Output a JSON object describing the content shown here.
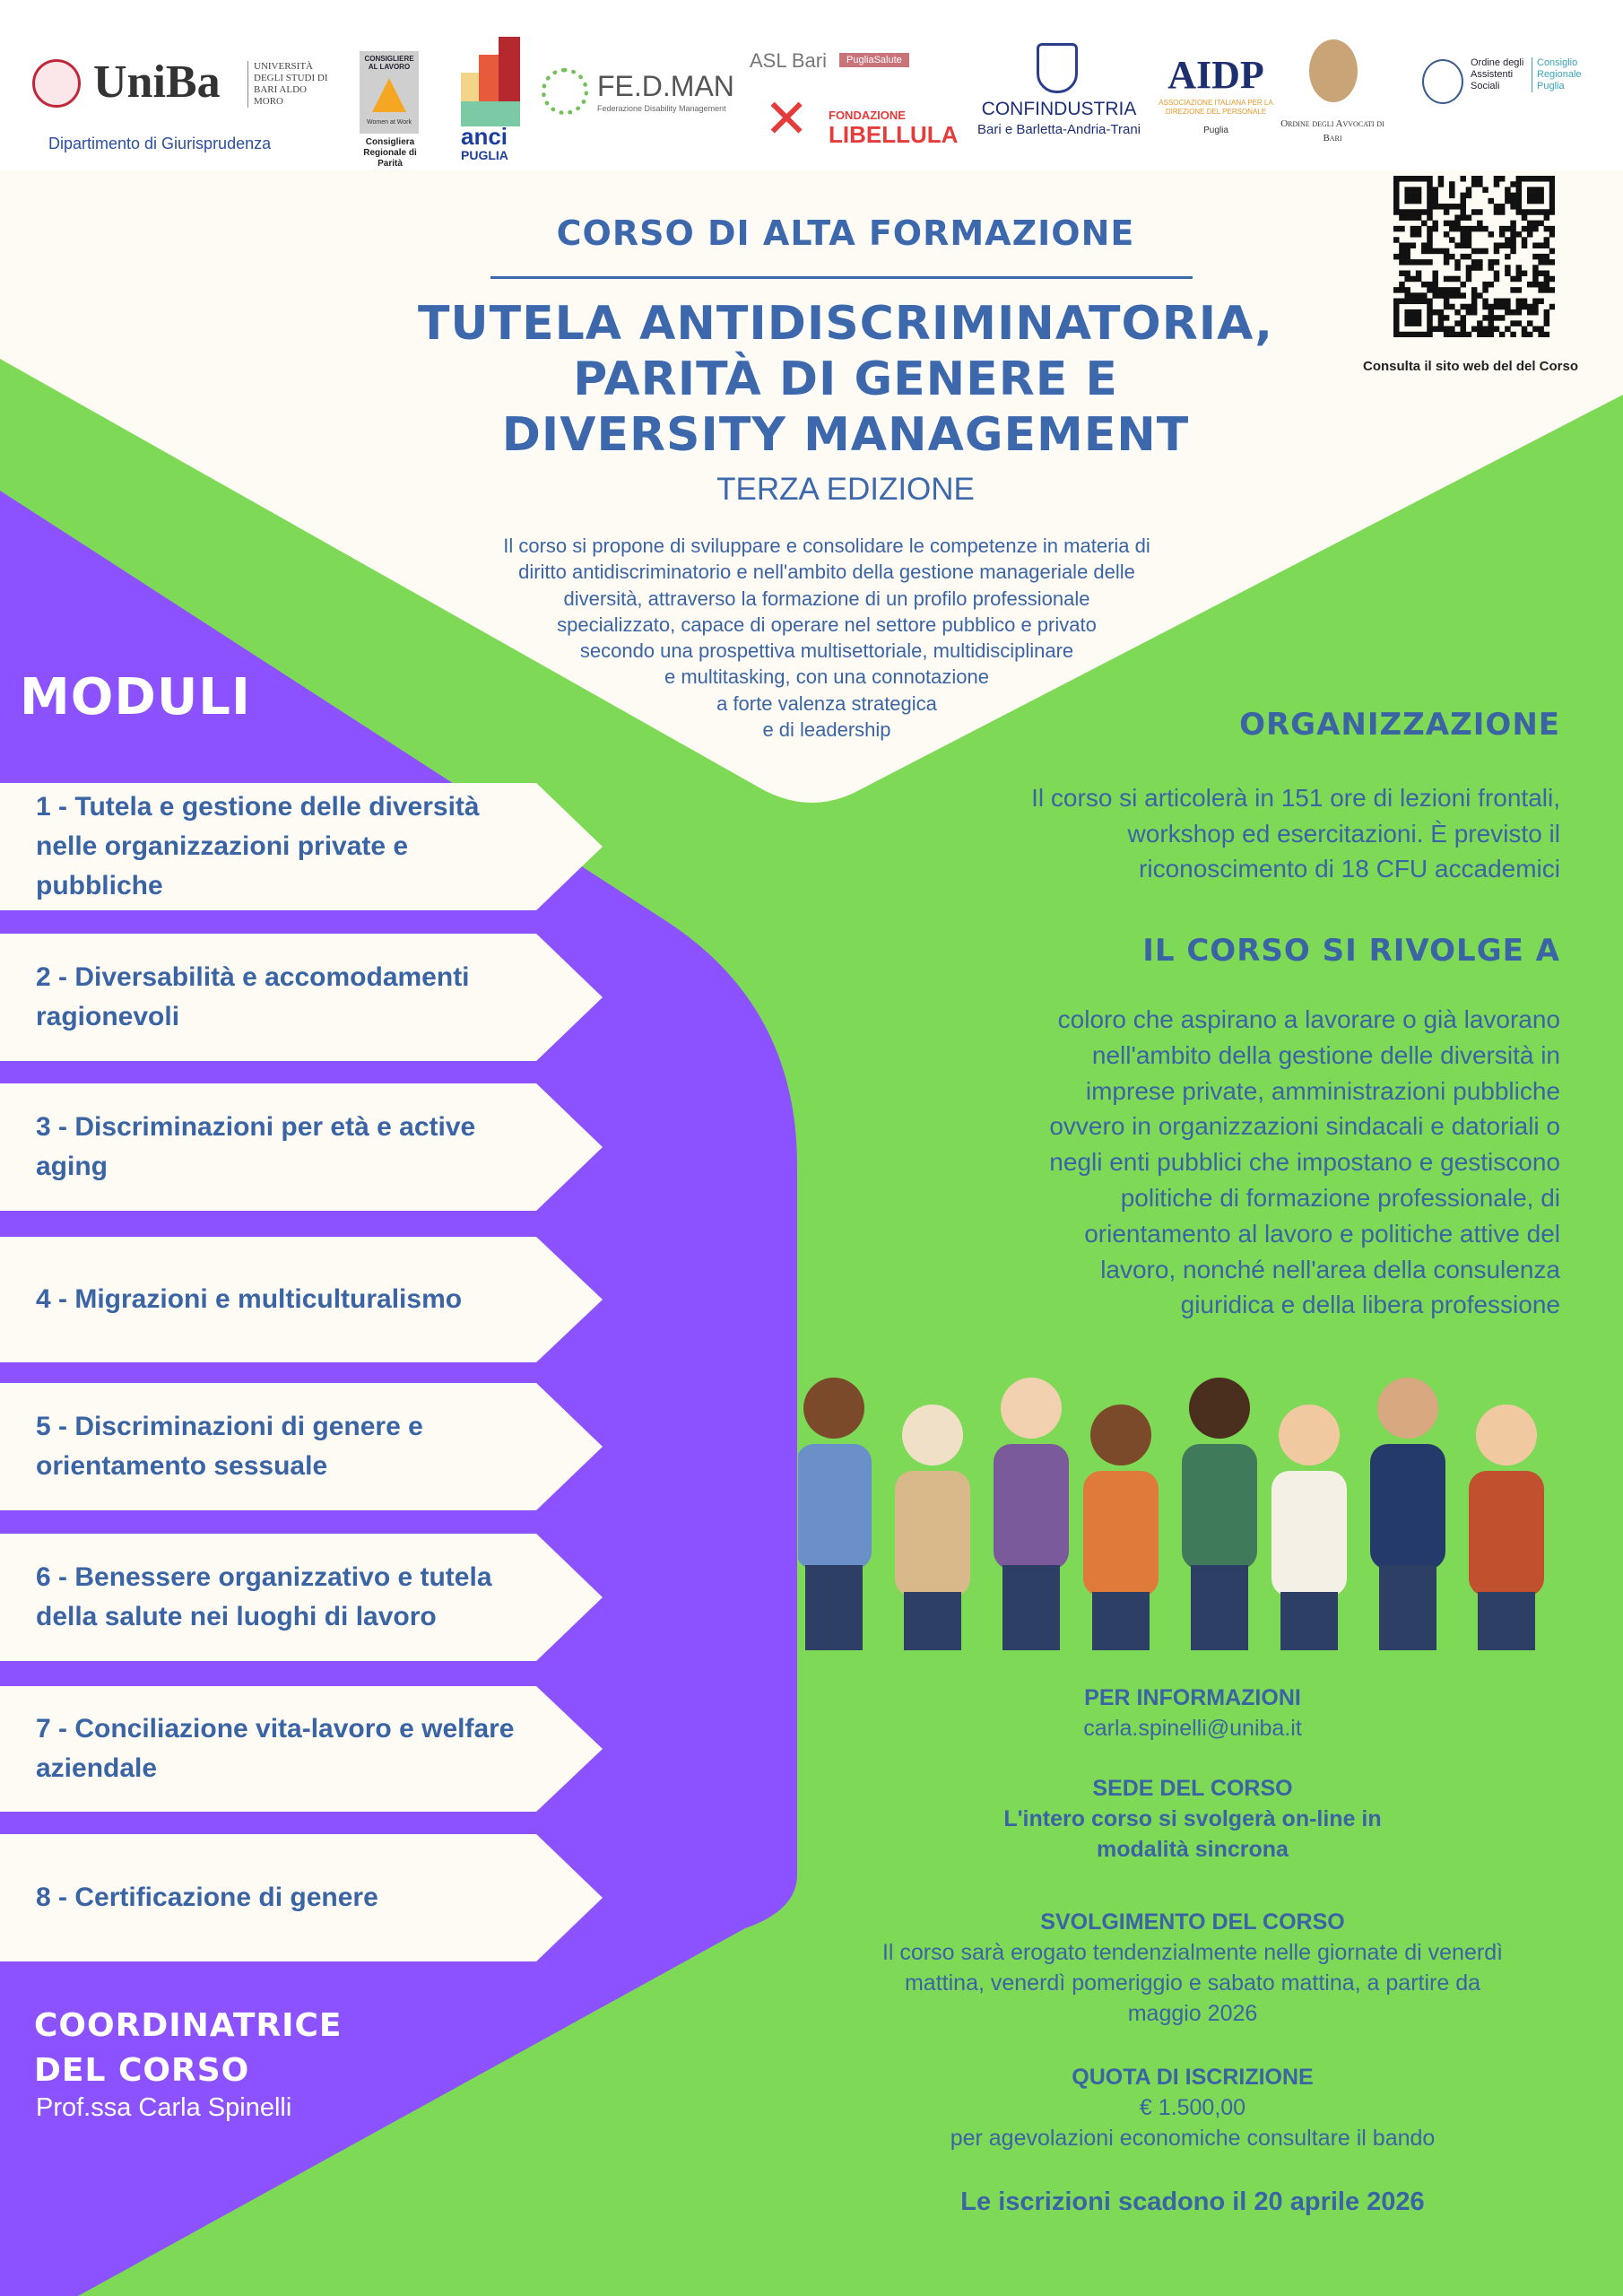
{
  "logos": {
    "uniba": {
      "name": "UniBa",
      "sub": "UNIVERSITÀ DEGLI STUDI DI BARI ALDO MORO",
      "dept": "Dipartimento di Giurisprudenza"
    },
    "consigliera": {
      "top": "CONSIGLIERE AL LAVORO",
      "mid": "Women at Work",
      "caption": "Consigliera Regionale di Parità"
    },
    "anci": {
      "name": "anci",
      "region": "PUGLIA"
    },
    "fedman": {
      "name": "FE.D.MAN",
      "sub": "Federazione Disability Management"
    },
    "asl": {
      "name": "ASL Bari",
      "tag": "PugliaSalute"
    },
    "libellula": {
      "top": "FONDAZIONE",
      "name": "LIBELLULA"
    },
    "confindustria": {
      "name": "CONFINDUSTRIA",
      "sub": "Bari e Barletta-Andria-Trani"
    },
    "aidp": {
      "name": "AIDP",
      "sub": "ASSOCIAZIONE ITALIANA PER LA DIREZIONE DEL PERSONALE",
      "region": "Puglia"
    },
    "avvocati": {
      "name": "Ordine degli Avvocati di Bari"
    },
    "assistenti": {
      "name": "Ordine degli Assistenti Sociali",
      "sub": "Consiglio Regionale Puglia"
    }
  },
  "qr": {
    "caption": "Consulta il sito web del del Corso"
  },
  "header": {
    "kicker": "CORSO DI ALTA FORMAZIONE",
    "title_lines": [
      "TUTELA ANTIDISCRIMINATORIA,",
      "PARITÀ DI GENERE E",
      "DIVERSITY MANAGEMENT"
    ],
    "edition": "TERZA EDIZIONE",
    "description_lines": [
      "Il corso si propone di sviluppare e consolidare le competenze in materia di",
      "diritto antidiscriminatorio e nell'ambito della gestione manageriale delle",
      "diversità, attraverso la formazione di un profilo professionale",
      "specializzato, capace di operare nel settore pubblico e privato",
      "secondo una prospettiva multisettoriale, multidisciplinare",
      "e multitasking, con una connotazione",
      "a forte valenza strategica",
      "e di leadership"
    ]
  },
  "modules": {
    "heading": "MODULI",
    "items": [
      "1 - Tutela e gestione delle diversità nelle organizzazioni private e pubbliche",
      "2 - Diversabilità e accomodamenti ragionevoli",
      "3 - Discriminazioni per età e active aging",
      "4 - Migrazioni e multiculturalismo",
      "5 - Discriminazioni di genere e orientamento sessuale",
      "6 - Benessere organizzativo e tutela della salute nei luoghi di lavoro",
      "7 - Conciliazione vita-lavoro e welfare aziendale",
      "8 - Certificazione di genere"
    ]
  },
  "coordinator": {
    "heading_1": "COORDINATRICE",
    "heading_2": "DEL CORSO",
    "name": "Prof.ssa Carla Spinelli"
  },
  "organization": {
    "heading": "ORGANIZZAZIONE",
    "lines": [
      "Il corso si articolerà in 151 ore di lezioni frontali,",
      "workshop ed esercitazioni. È previsto il",
      "riconoscimento di 18 CFU accademici"
    ]
  },
  "audience": {
    "heading": "IL CORSO SI RIVOLGE A",
    "lines": [
      "coloro che aspirano a lavorare o già lavorano",
      "nell'ambito della gestione delle diversità in",
      "imprese private, amministrazioni pubbliche",
      "ovvero in organizzazioni sindacali e datoriali o",
      "negli enti pubblici che impostano e gestiscono",
      "politiche di formazione professionale, di",
      "orientamento al lavoro e politiche attive del",
      "lavoro, nonché nell'area della consulenza",
      "giuridica e della libera professione"
    ]
  },
  "info": {
    "contact_heading": "PER INFORMAZIONI",
    "contact_email": "carla.spinelli@uniba.it",
    "venue_heading": "SEDE DEL CORSO",
    "venue_lines": [
      "L'intero corso si svolgerà on-line in",
      "modalità sincrona"
    ],
    "schedule_heading": "SVOLGIMENTO DEL CORSO",
    "schedule_lines": [
      "Il corso sarà erogato tendenzialmente nelle giornate di venerdì",
      "mattina, venerdì pomeriggio e sabato mattina, a partire da",
      "maggio 2026"
    ],
    "fee_heading": "QUOTA DI ISCRIZIONE",
    "fee_amount": "€ 1.500,00",
    "fee_note": "per agevolazioni economiche consultare il bando",
    "deadline": "Le iscrizioni scadono il 20 aprile 2026"
  },
  "colors": {
    "green": "#7ed957",
    "purple": "#8c52ff",
    "cream": "#fdfbf3",
    "blue": "#3a64a3"
  }
}
